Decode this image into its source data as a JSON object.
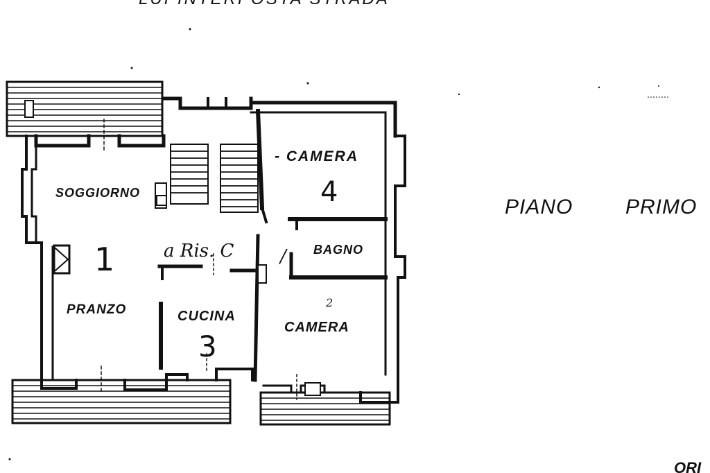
{
  "header_text": "LUI INTERPOSTA STRADA",
  "floor_title": {
    "word1": "PIANO",
    "word2": "PRIMO"
  },
  "corner_text": "ORI",
  "rooms": {
    "soggiorno": {
      "label": "SOGGIORNO",
      "number": "1"
    },
    "pranzo": {
      "label": "PRANZO"
    },
    "cucina": {
      "label": "CUCINA",
      "number": "3"
    },
    "camera_top": {
      "label": "- CAMERA",
      "number": "4"
    },
    "bagno": {
      "label": "BAGNO"
    },
    "camera_bottom": {
      "label": "CAMERA",
      "number_small": "2"
    }
  },
  "handwritten_note": "a Ris. C",
  "handwritten_mark": "/"
}
